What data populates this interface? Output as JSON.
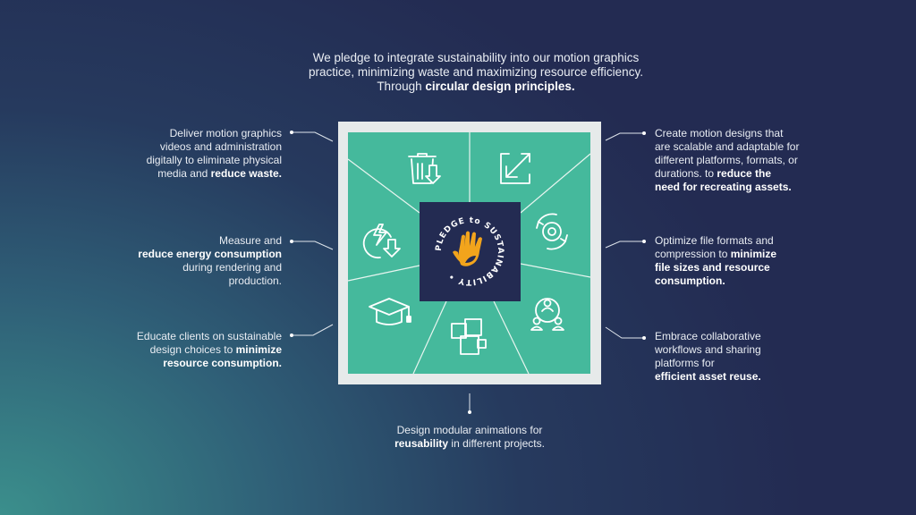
{
  "header": {
    "lines": [
      [
        {
          "t": "We pledge to integrate sustainability into our motion graphics"
        }
      ],
      [
        {
          "t": "practice, minimizing waste and maximizing resource efficiency."
        }
      ],
      [
        {
          "t": "Through "
        },
        {
          "t": "circular design principles.",
          "b": true
        }
      ]
    ]
  },
  "blocks": {
    "top_left": {
      "lines": [
        [
          {
            "t": "Deliver motion graphics"
          }
        ],
        [
          {
            "t": "videos and administration"
          }
        ],
        [
          {
            "t": "digitally to eliminate physical"
          }
        ],
        [
          {
            "t": "media and "
          },
          {
            "t": "reduce waste.",
            "b": true
          }
        ]
      ]
    },
    "mid_left": {
      "lines": [
        [
          {
            "t": "Measure and"
          }
        ],
        [
          {
            "t": "reduce energy consumption",
            "b": true
          }
        ],
        [
          {
            "t": "during rendering and"
          }
        ],
        [
          {
            "t": "production."
          }
        ]
      ]
    },
    "bottom_left": {
      "lines": [
        [
          {
            "t": "Educate clients on sustainable"
          }
        ],
        [
          {
            "t": "design choices to "
          },
          {
            "t": "minimize",
            "b": true
          }
        ],
        [
          {
            "t": "resource consumption.",
            "b": true
          }
        ]
      ]
    },
    "top_right": {
      "lines": [
        [
          {
            "t": "Create motion designs that"
          }
        ],
        [
          {
            "t": "are scalable and adaptable for"
          }
        ],
        [
          {
            "t": "different platforms, formats, or"
          }
        ],
        [
          {
            "t": "durations. to "
          },
          {
            "t": "reduce the",
            "b": true
          }
        ],
        [
          {
            "t": "need for recreating assets.",
            "b": true
          }
        ]
      ]
    },
    "mid_right": {
      "lines": [
        [
          {
            "t": "Optimize file formats and"
          }
        ],
        [
          {
            "t": "compression to "
          },
          {
            "t": "minimize",
            "b": true
          }
        ],
        [
          {
            "t": "file sizes and resource",
            "b": true
          }
        ],
        [
          {
            "t": "consumption.",
            "b": true
          }
        ]
      ]
    },
    "bottom_right": {
      "lines": [
        [
          {
            "t": "Embrace collaborative"
          }
        ],
        [
          {
            "t": "workflows and sharing"
          }
        ],
        [
          {
            "t": "platforms for"
          }
        ],
        [
          {
            "t": "efficient asset reuse.",
            "b": true
          }
        ]
      ]
    },
    "bottom": {
      "lines": [
        [
          {
            "t": "Design modular animations for"
          }
        ],
        [
          {
            "t": "reusability",
            "b": true
          },
          {
            "t": " in different projects."
          }
        ]
      ]
    }
  },
  "logo": {
    "text_top": "SUSTAINABILITY",
    "text_left": "PLEDGE",
    "text_to": "to"
  },
  "colors": {
    "green": "#45b99c",
    "frame": "#e6eaea",
    "navy": "#232b52",
    "orange": "#f2a41c"
  },
  "icons": [
    "trash-download-icon",
    "resize-arrow-icon",
    "energy-reduce-icon",
    "gear-cycle-icon",
    "graduation-cap-icon",
    "modular-squares-icon",
    "collaboration-network-icon"
  ]
}
